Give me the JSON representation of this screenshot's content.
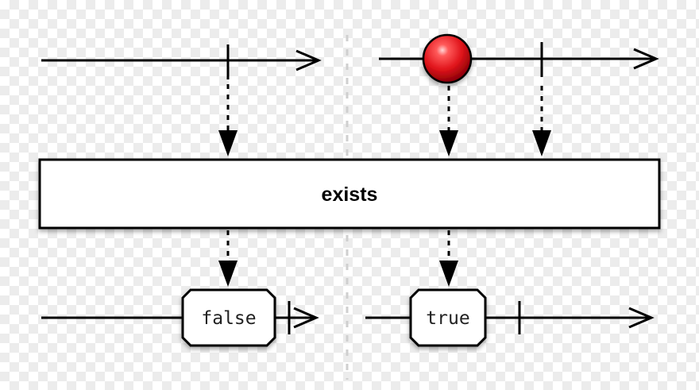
{
  "operator": {
    "label": "exists"
  },
  "left_scenario": {
    "input": {
      "completed": true,
      "emitted_items": 0
    },
    "output": {
      "value": "false",
      "completed": true
    }
  },
  "right_scenario": {
    "input": {
      "item_color": "#e0141b",
      "completed": true
    },
    "output": {
      "value": "true",
      "completed": true
    }
  }
}
